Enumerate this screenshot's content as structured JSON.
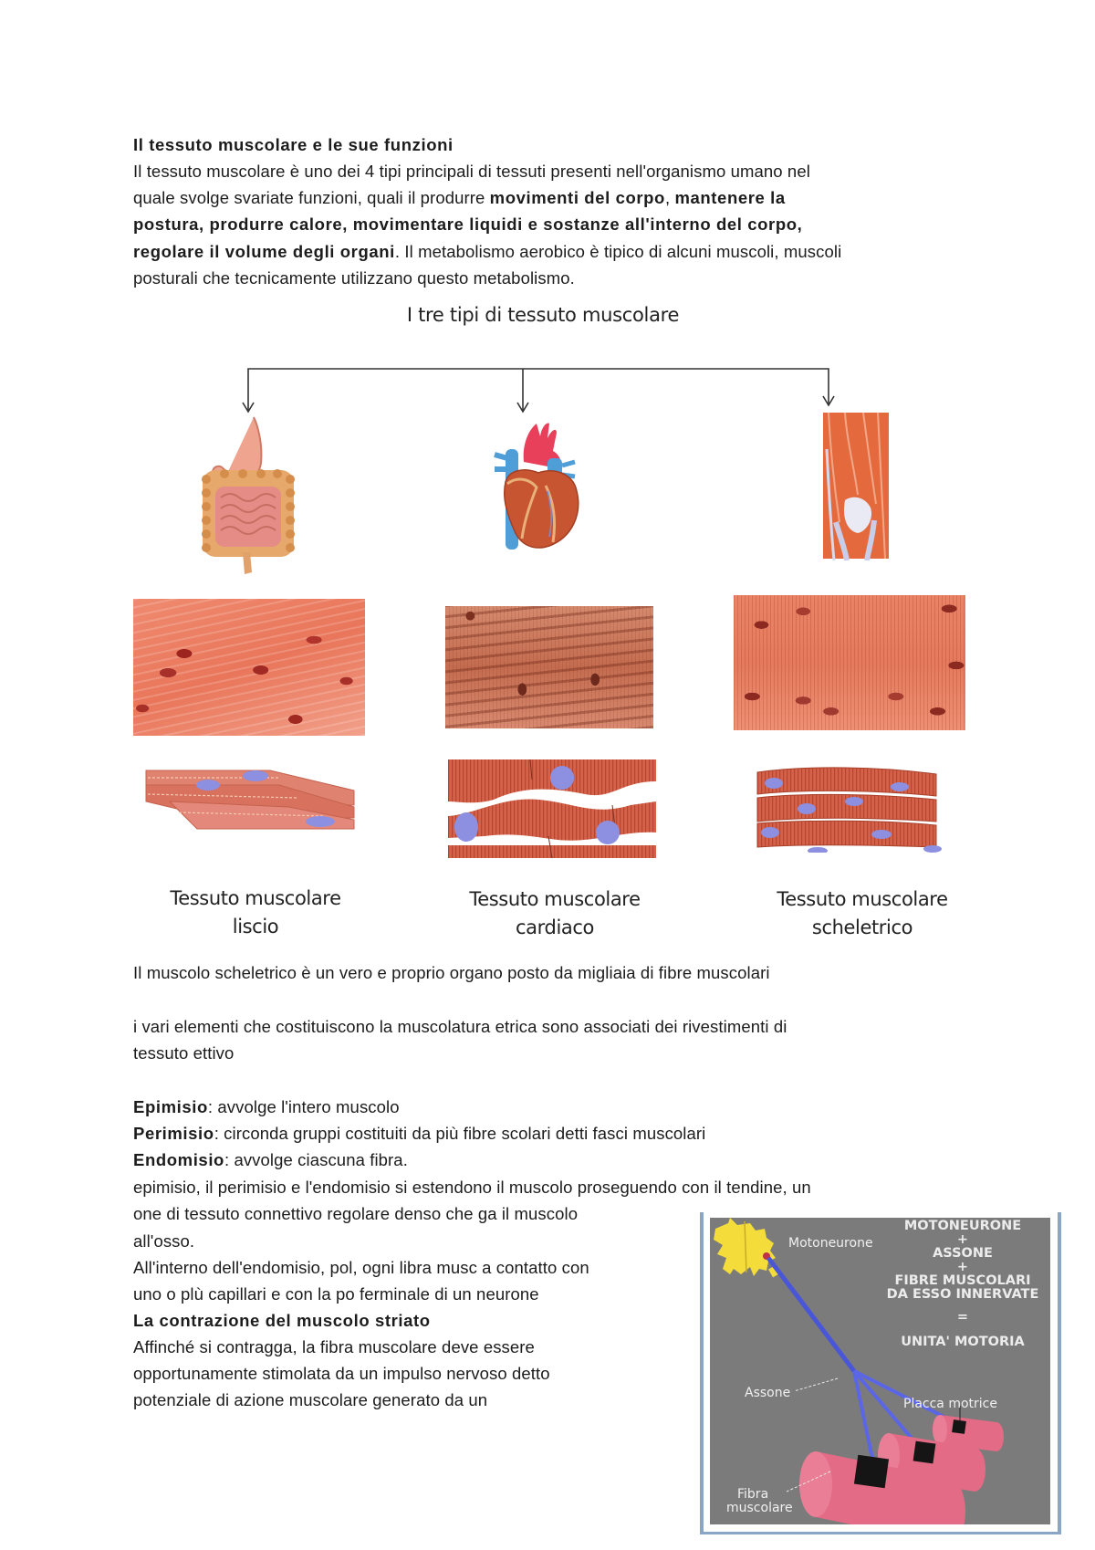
{
  "document": {
    "heading": "Il tessuto muscolare e le sue funzioni",
    "intro_lines": [
      [
        {
          "t": "Il tessuto muscolare è uno dei 4 tipi principali di tessuti presenti nell'organismo umano nel",
          "b": false
        }
      ],
      [
        {
          "t": "quale svolge svariate funzioni, quali il produrre ",
          "b": false
        },
        {
          "t": "movimenti del corpo",
          "b": true
        },
        {
          "t": ", ",
          "b": false
        },
        {
          "t": "mantenere la",
          "b": true
        }
      ],
      [
        {
          "t": "postura, produrre calore, movimentare liquidi e sostanze all'interno del corpo,",
          "b": true
        }
      ],
      [
        {
          "t": "regolare il volume degli organi",
          "b": true
        },
        {
          "t": ". Il metabolismo aerobico è tipico di alcuni muscoli, muscoli",
          "b": false
        }
      ],
      [
        {
          "t": "posturali che tecnicamente utilizzano questo metabolismo.",
          "b": false
        }
      ]
    ]
  },
  "figure_tissues": {
    "title": "I tre tipi di tessuto muscolare",
    "columns": [
      {
        "organ": "stomach-intestines",
        "caption_line1": "Tessuto muscolare",
        "caption_line2": "liscio"
      },
      {
        "organ": "heart",
        "caption_line1": "Tessuto muscolare",
        "caption_line2": "cardiaco"
      },
      {
        "organ": "leg-muscle",
        "caption_line1": "Tessuto muscolare",
        "caption_line2": "scheletrico"
      }
    ]
  },
  "body_text": {
    "p1": "Il muscolo scheletrico è un vero e proprio organo posto da migliaia di fibre muscolari",
    "p2_line1": "i vari elementi che costituiscono la muscolatura etrica sono associati dei rivestimenti di",
    "p2_line2": "tessuto ettivo",
    "definitions": [
      {
        "term": "Epimisio",
        "text": ": avvolge l'intero muscolo"
      },
      {
        "term": "Perimisio",
        "text": ": circonda gruppi costituiti da più fibre scolari detti fasci muscolari"
      },
      {
        "term": "Endomisio",
        "text": ": avvolge ciascuna fibra."
      }
    ],
    "p3_lines": [
      "epimisio, il perimisio e l'endomisio si estendono il muscolo proseguendo con il tendine, un",
      "one di tessuto connettivo regolare denso che ga il muscolo",
      "all'osso.",
      "All'interno dell'endomisio, pol, ogni libra musc a contatto con",
      "uno o plù capillari e con la po ferminale di un neurone"
    ],
    "subheading": "La contrazione del muscolo striato",
    "p4_lines": [
      "Affinché si contragga, la fibra muscolare deve essere",
      "opportunamente stimolata da un impulso nervoso detto",
      "potenziale di azione muscolare generato da un"
    ]
  },
  "figure_motor_unit": {
    "labels": {
      "motoneuron": "Motoneurone",
      "axon": "Assone",
      "endplate": "Placca motrice",
      "fiber_line1": "Fibra",
      "fiber_line2": "muscolare"
    },
    "equation": [
      "MOTONEURONE",
      "+",
      "ASSONE",
      "+",
      "FIBRE MUSCOLARI",
      "DA ESSO INNERVATE",
      "=",
      "UNITA' MOTORIA"
    ],
    "colors": {
      "background": "#7b7b7b",
      "neuron": "#f4dc3a",
      "axon": "#4a56d8",
      "fiber": "#e36b85",
      "plate": "#151515",
      "frame": "#8aa6c6"
    }
  }
}
